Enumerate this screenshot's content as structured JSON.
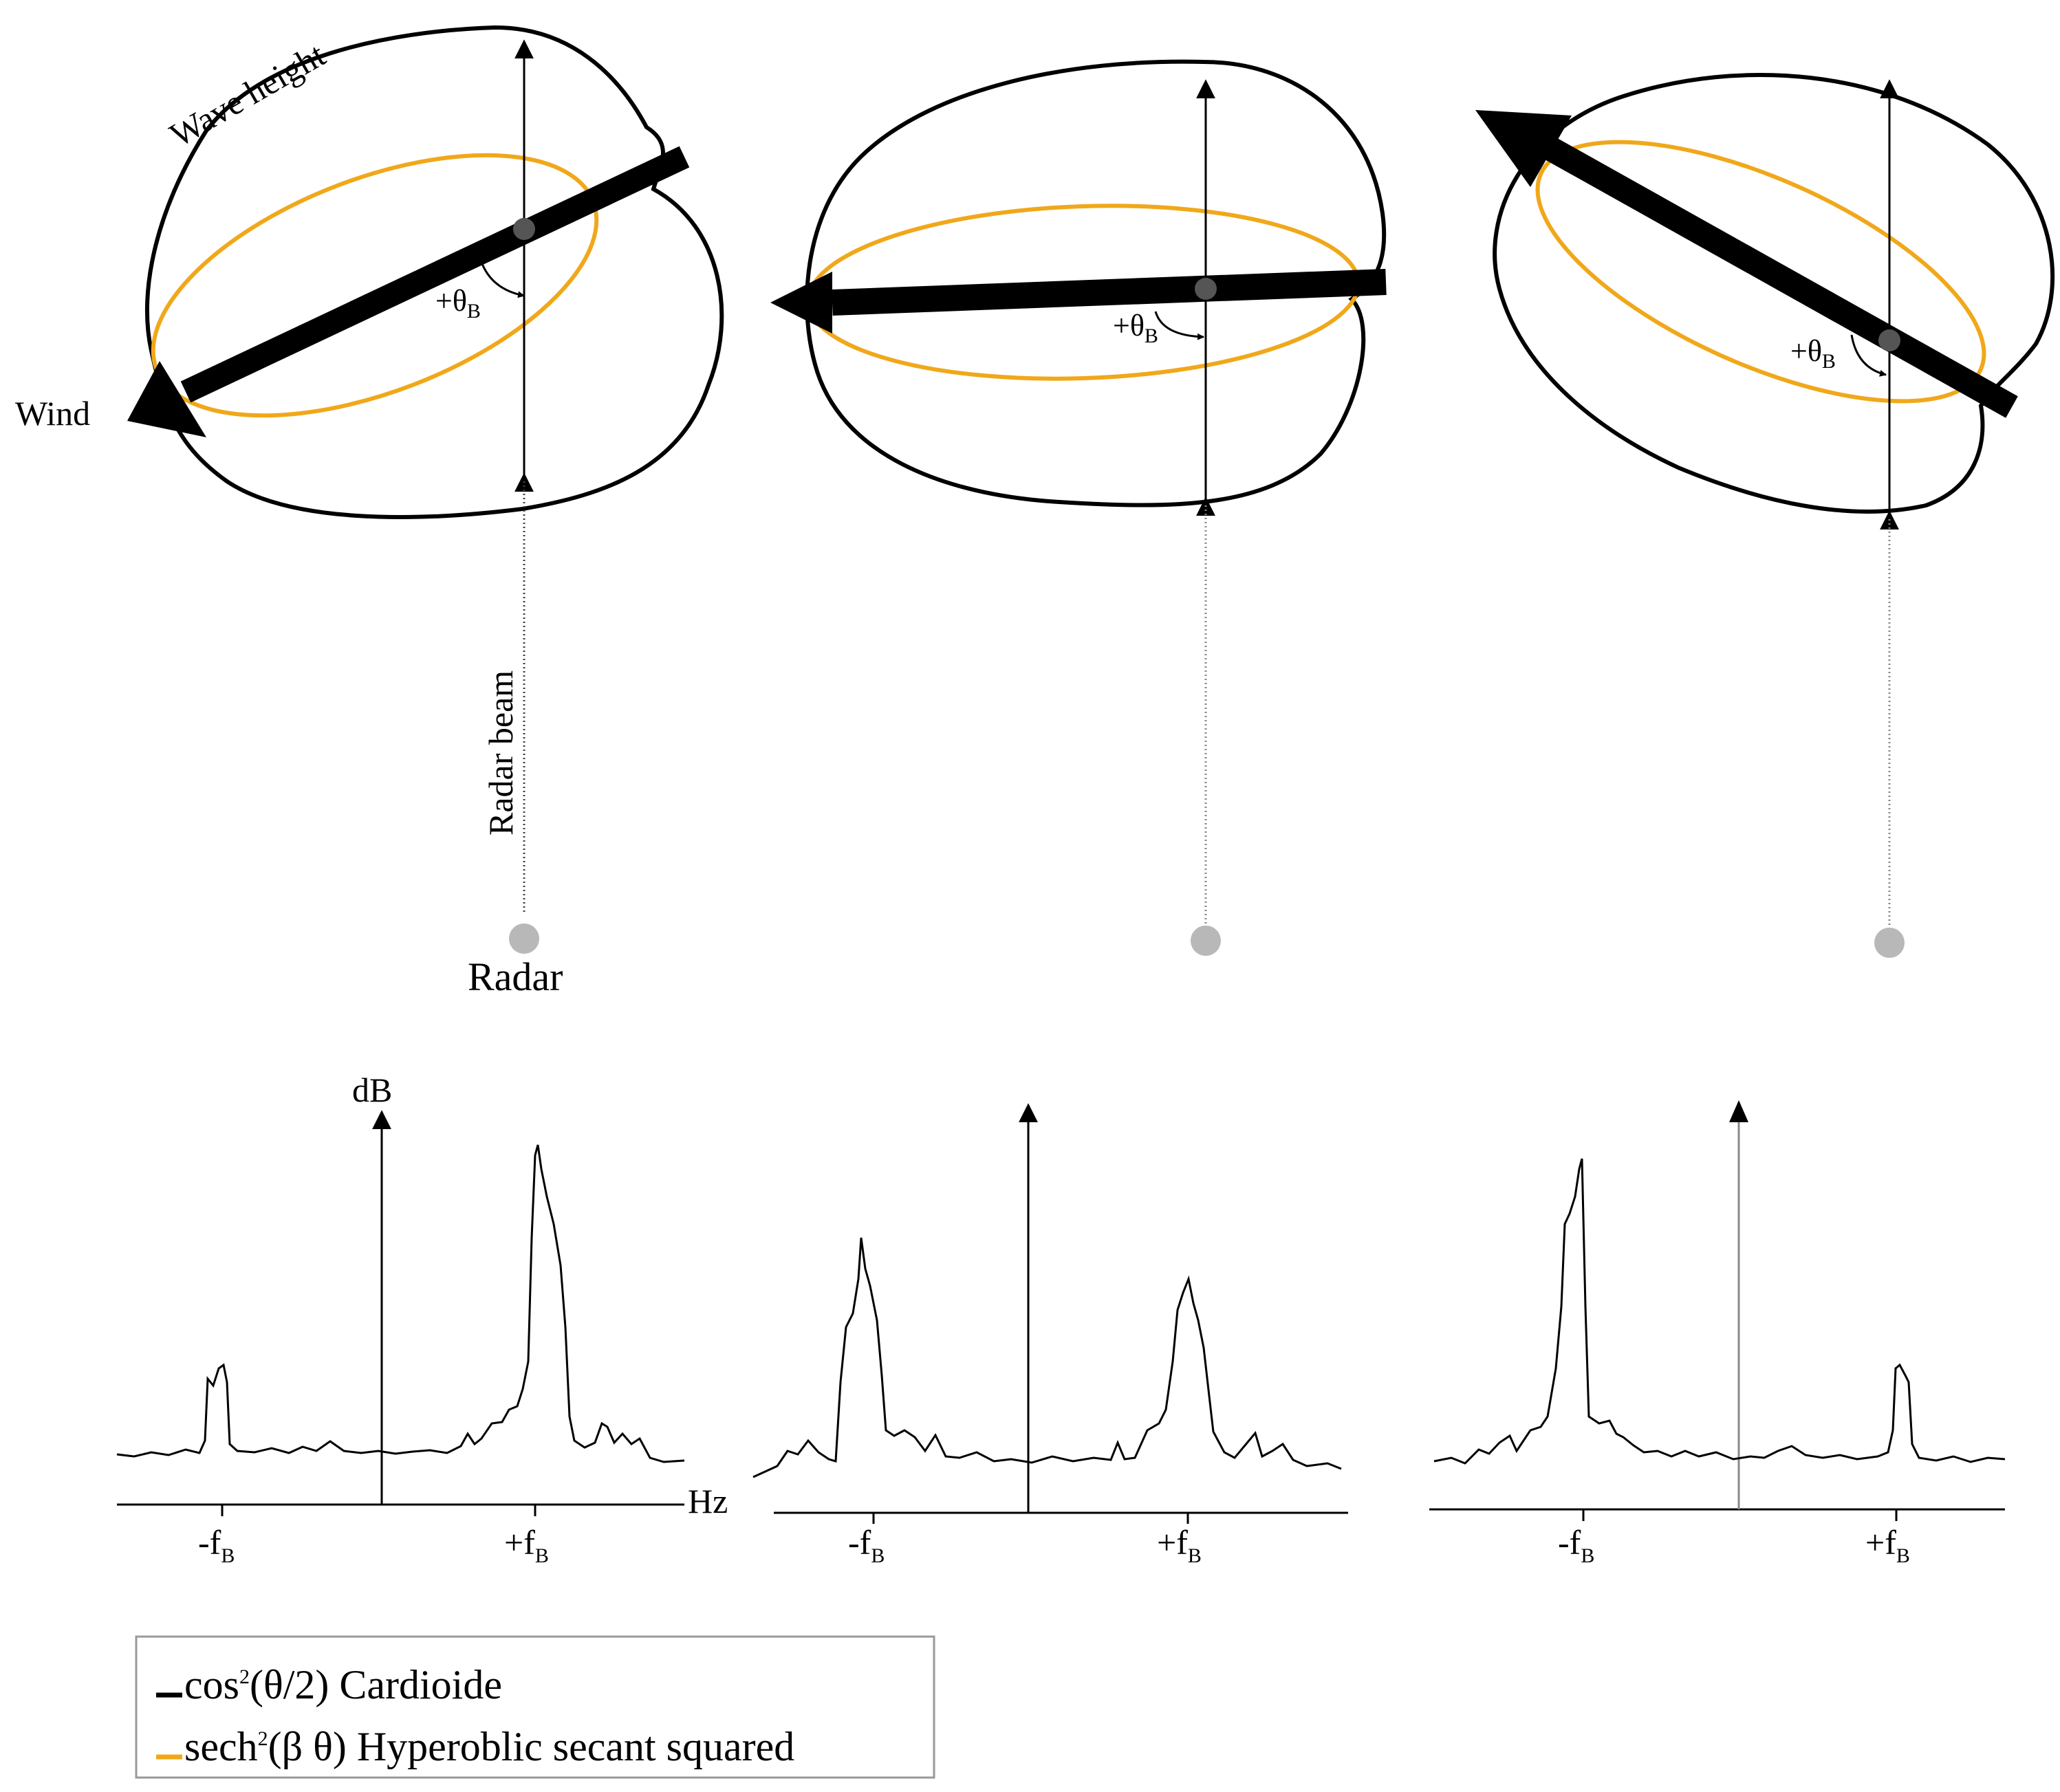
{
  "colors": {
    "cardioide": "#000000",
    "secant": "#f0a81a",
    "radar_dot": "#b8b8b8",
    "center_dot": "#555555",
    "beam": "#888888"
  },
  "labels": {
    "wave_height": "Wave height",
    "wind": "Wind",
    "radar_beam": "Radar beam",
    "radar": "Radar",
    "theta_prefix": "+θ",
    "theta_sub": "B",
    "db": "dB",
    "hz": "Hz",
    "minus_fb": "-f",
    "plus_fb": "+f",
    "fb_sub": "B"
  },
  "legend": {
    "cardioide_pre": "cos",
    "cardioide_sup": "2",
    "cardioide_post": "(θ/2) Cardioide",
    "secant_pre": "sech",
    "secant_sup": "2",
    "secant_post": "(β θ) Hyperoblic secant squared"
  }
}
